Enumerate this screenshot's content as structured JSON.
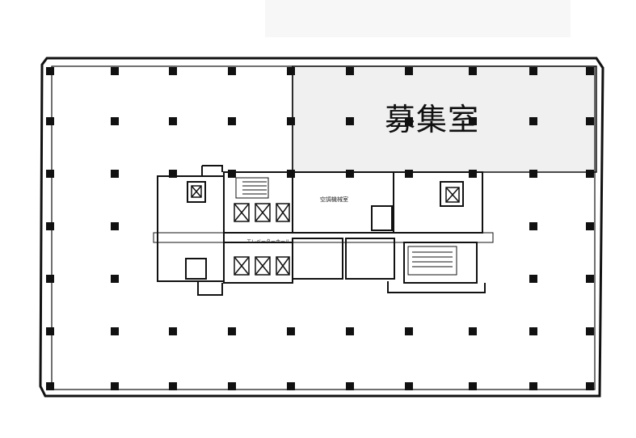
{
  "floor_plan": {
    "vacant_room_label": "募集室",
    "mechanical_room_label": "空調機械室",
    "elevator_hall_label": "エレベーターホール",
    "colors": {
      "vacant_fill": "#f0f0f0",
      "line": "#111111",
      "top_band": "#f7f7f7"
    }
  }
}
